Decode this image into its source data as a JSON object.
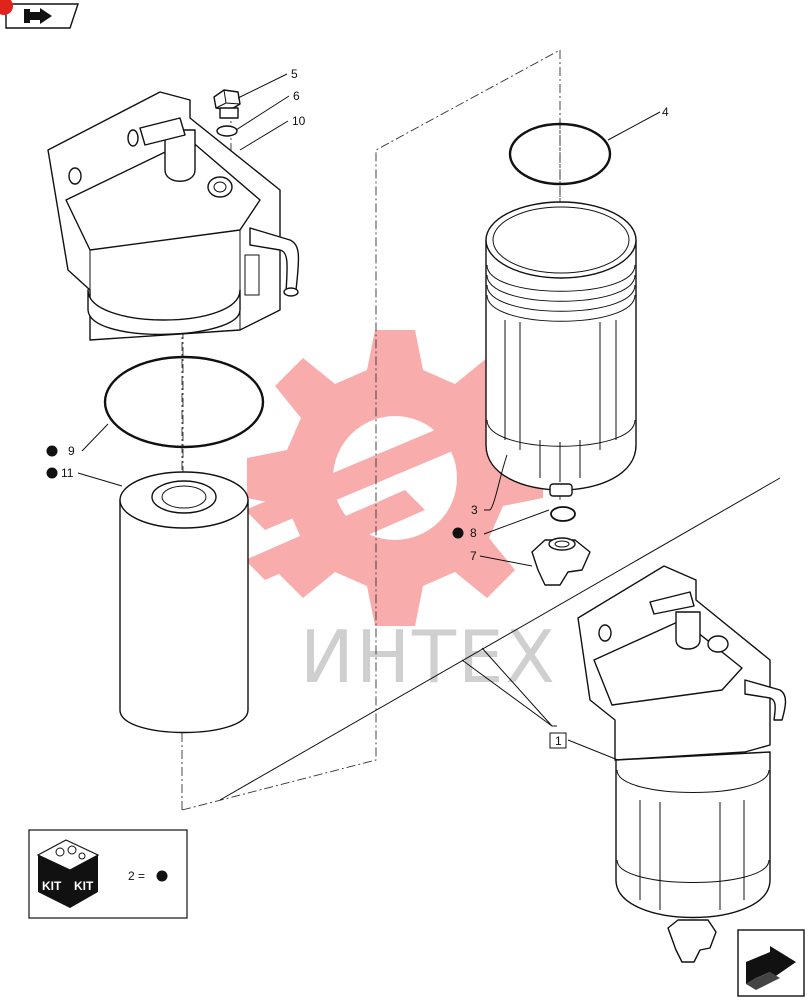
{
  "callouts": {
    "c1": "1",
    "c3": "3",
    "c4": "4",
    "c5": "5",
    "c6": "6",
    "c7": "7",
    "c8": "8",
    "c9": "9",
    "c10": "10",
    "c11": "11"
  },
  "kit_legend": {
    "kit_text_left": "KIT",
    "kit_text_right": "KIT",
    "equation": "2 ="
  },
  "watermark": {
    "text": "ИНТЕХ"
  },
  "nav_icons": {
    "prev": "back-arrow-icon",
    "next": "next-arrow-icon"
  },
  "colors": {
    "line": "#111111",
    "watermark_logo": "#f04a4a",
    "watermark_text": "#cfcfcf",
    "badge": "#e0241b"
  }
}
